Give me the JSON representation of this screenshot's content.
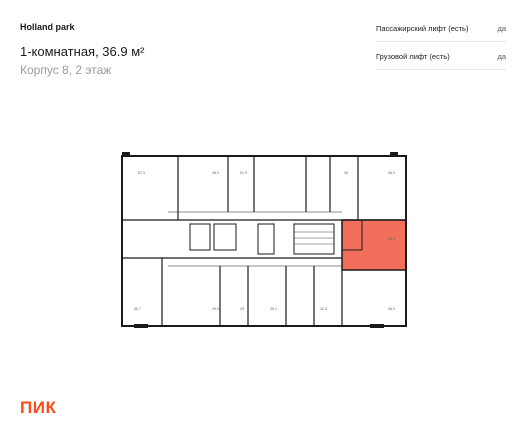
{
  "project": "Holland park",
  "apartment": {
    "title": "1-комнатная, 36.9 м²",
    "subtitle": "Корпус 8, 2 этаж"
  },
  "features": [
    {
      "label": "Пассажирский лифт (есть)",
      "value": "да"
    },
    {
      "label": "Грузовой лифт (есть)",
      "value": "да"
    }
  ],
  "floorplan": {
    "highlight_color": "#f2705b",
    "areas": {
      "u1": "57.3",
      "u2": "38.9",
      "u3": "51.9",
      "u4": "35",
      "u5": "36.9",
      "r1": "36.9",
      "l1": "56.7",
      "l2": "39.9",
      "l3": "29",
      "l4": "39.1",
      "l5": "32.5",
      "l6": "36.9"
    }
  },
  "brand": {
    "logo": "ПИК",
    "color": "#ff4a1a"
  }
}
